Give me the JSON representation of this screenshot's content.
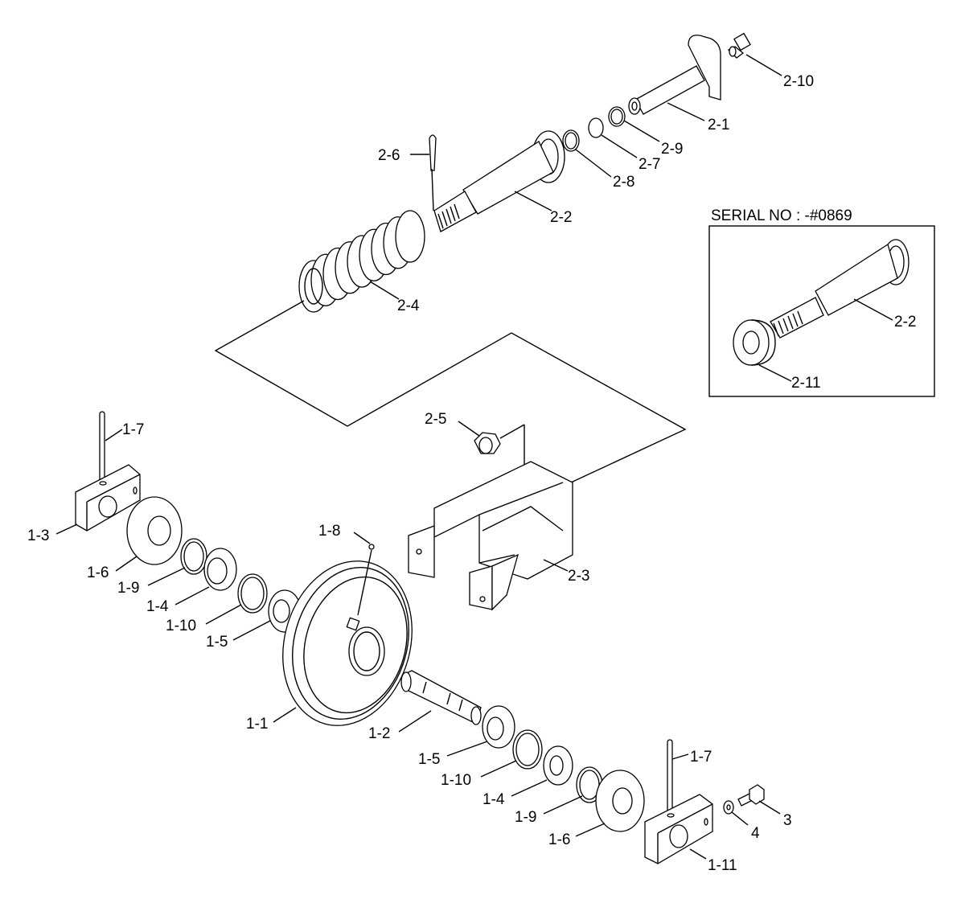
{
  "inset": {
    "title": "SERIAL NO : -#0869",
    "labels": [
      "2-2",
      "2-11"
    ]
  },
  "callouts": [
    "2-10",
    "2-1",
    "2-9",
    "2-7",
    "2-8",
    "2-6",
    "2-2",
    "2-4",
    "2-5",
    "2-3",
    "1-7",
    "1-3",
    "1-6",
    "1-9",
    "1-4",
    "1-10",
    "1-5",
    "1-8",
    "1-1",
    "1-2",
    "1-5",
    "1-10",
    "1-4",
    "1-9",
    "1-6",
    "1-7",
    "1-11",
    "4",
    "3"
  ]
}
